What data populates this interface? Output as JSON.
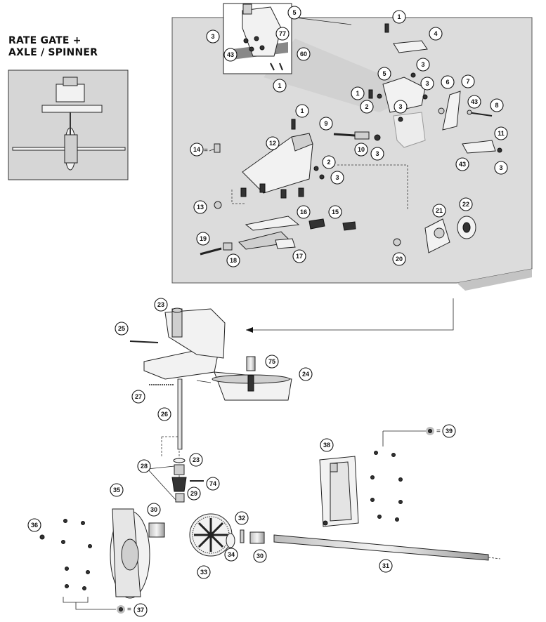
{
  "title": {
    "line1": "RATE GATE +",
    "line2": "AXLE / SPINNER"
  },
  "equals_sign": "=",
  "part_numbers": [
    "1",
    "2",
    "3",
    "4",
    "5",
    "6",
    "7",
    "8",
    "9",
    "10",
    "11",
    "12",
    "13",
    "14",
    "15",
    "16",
    "17",
    "18",
    "19",
    "20",
    "21",
    "22",
    "23",
    "24",
    "25",
    "26",
    "27",
    "28",
    "29",
    "30",
    "31",
    "32",
    "33",
    "34",
    "35",
    "36",
    "37",
    "38",
    "39",
    "43",
    "60",
    "74",
    "75",
    "77"
  ],
  "colors": {
    "panel": "#dcdcdc",
    "panel_shadow": "#c4c4c4",
    "stroke": "#222222",
    "callout_fill": "#ffffff"
  }
}
